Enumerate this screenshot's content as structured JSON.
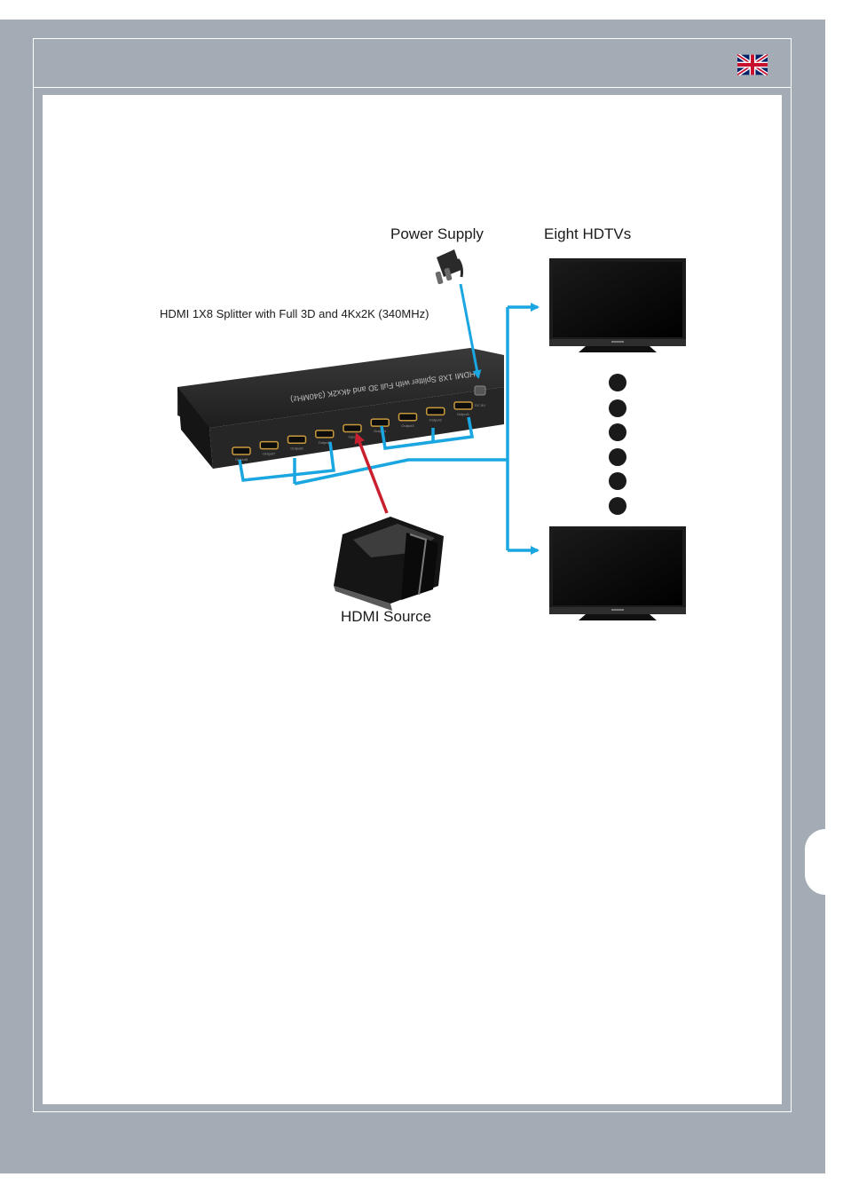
{
  "labels": {
    "power_supply": "Power Supply",
    "eight_hdtvs": "Eight HDTVs",
    "splitter_name": "HDMI 1X8 Splitter with Full 3D and 4Kx2K (340MHz)",
    "hdmi_source": "HDMI Source"
  },
  "device": {
    "panel_text": "HDMI 1X8 Splitter with Full 3D and 4Kx2K (340MHz)",
    "ports": [
      "Output8",
      "Output7",
      "Output6",
      "Output5",
      "Input",
      "Output4",
      "Output3",
      "Output2",
      "Output1"
    ],
    "dc_label": "DC 5V"
  },
  "icons": {
    "flag": "uk-flag-icon",
    "tv": "tv-icon",
    "power": "power-adapter-icon",
    "source": "game-console-icon"
  },
  "colors": {
    "frame": "#a3acb4",
    "cable_output": "#1aa6e0",
    "cable_input": "#c8202f",
    "device": "#2b2b2b"
  }
}
